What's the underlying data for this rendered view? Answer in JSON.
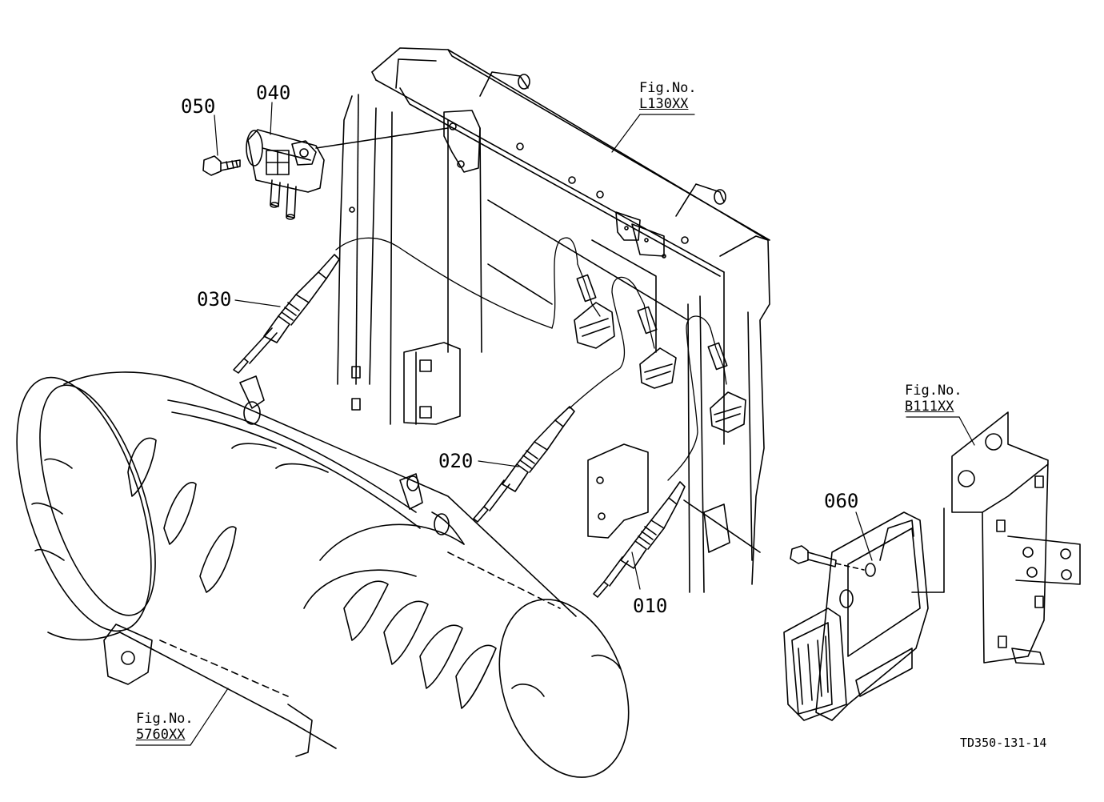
{
  "part_labels": [
    "050",
    "040",
    "030",
    "020",
    "010",
    "060"
  ],
  "figure_refs": [
    {
      "prefix": "Fig.No.",
      "code": "L130XX"
    },
    {
      "prefix": "Fig.No.",
      "code": "B111XX"
    },
    {
      "prefix": "Fig.No.",
      "code": "5760XX"
    }
  ],
  "drawing_id": "TD350-131-14",
  "colors": {
    "line": "#000000",
    "background": "#ffffff"
  }
}
